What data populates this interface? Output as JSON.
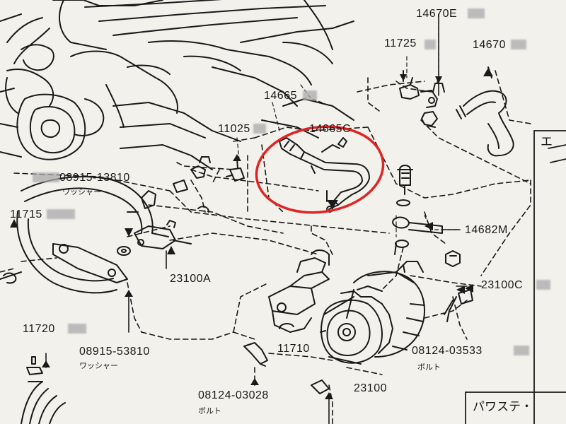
{
  "labels": {
    "p14670E": "14670E",
    "p11725": "11725",
    "p14670": "14670",
    "p14665": "14665",
    "p14665C": "14665C",
    "p11025": "11025",
    "p08915_13810": "08915-13810",
    "washer_1": "ワッシャー",
    "p11715": "11715",
    "p14682M": "14682M",
    "p23100A": "23100A",
    "p23100C": "23100C",
    "p11720": "11720",
    "p08915_53810": "08915-53810",
    "washer_2": "ワッシャー",
    "p11710": "11710",
    "p08124_03533": "08124-03533",
    "bolt_1": "ボルト",
    "p08124_03028": "08124-03028",
    "bolt_2": "ボルト",
    "p23100": "23100",
    "side_tab_top": "エ",
    "side_tab_bottom": "パワステ・"
  },
  "colors": {
    "ink": "#1a1a1a",
    "paper": "#f3f1ec",
    "highlight": "#e02424"
  }
}
